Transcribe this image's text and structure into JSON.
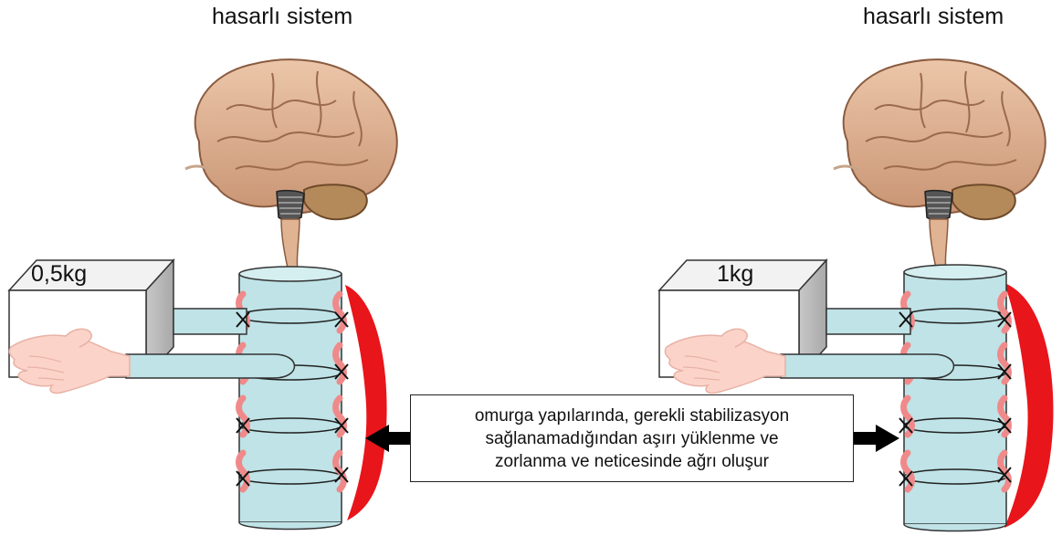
{
  "left_panel": {
    "title": "hasarlı sistem",
    "weight_label": "0,5kg"
  },
  "right_panel": {
    "title": "hasarlı sistem",
    "weight_label": "1kg"
  },
  "caption": {
    "lines": [
      "omurga yapılarında, gerekli stabilizasyon",
      "sağlanamadığından aşırı yüklenme ve",
      "zorlanma ve neticesinde ağrı oluşur"
    ]
  },
  "colors": {
    "spine_fill": "#bfe3e6",
    "muscle_red": "#e8151b",
    "ligament_pink": "#f08a8a",
    "brain": "#e2b596",
    "hand": "#fbd3c9",
    "arrow": "#000000"
  }
}
